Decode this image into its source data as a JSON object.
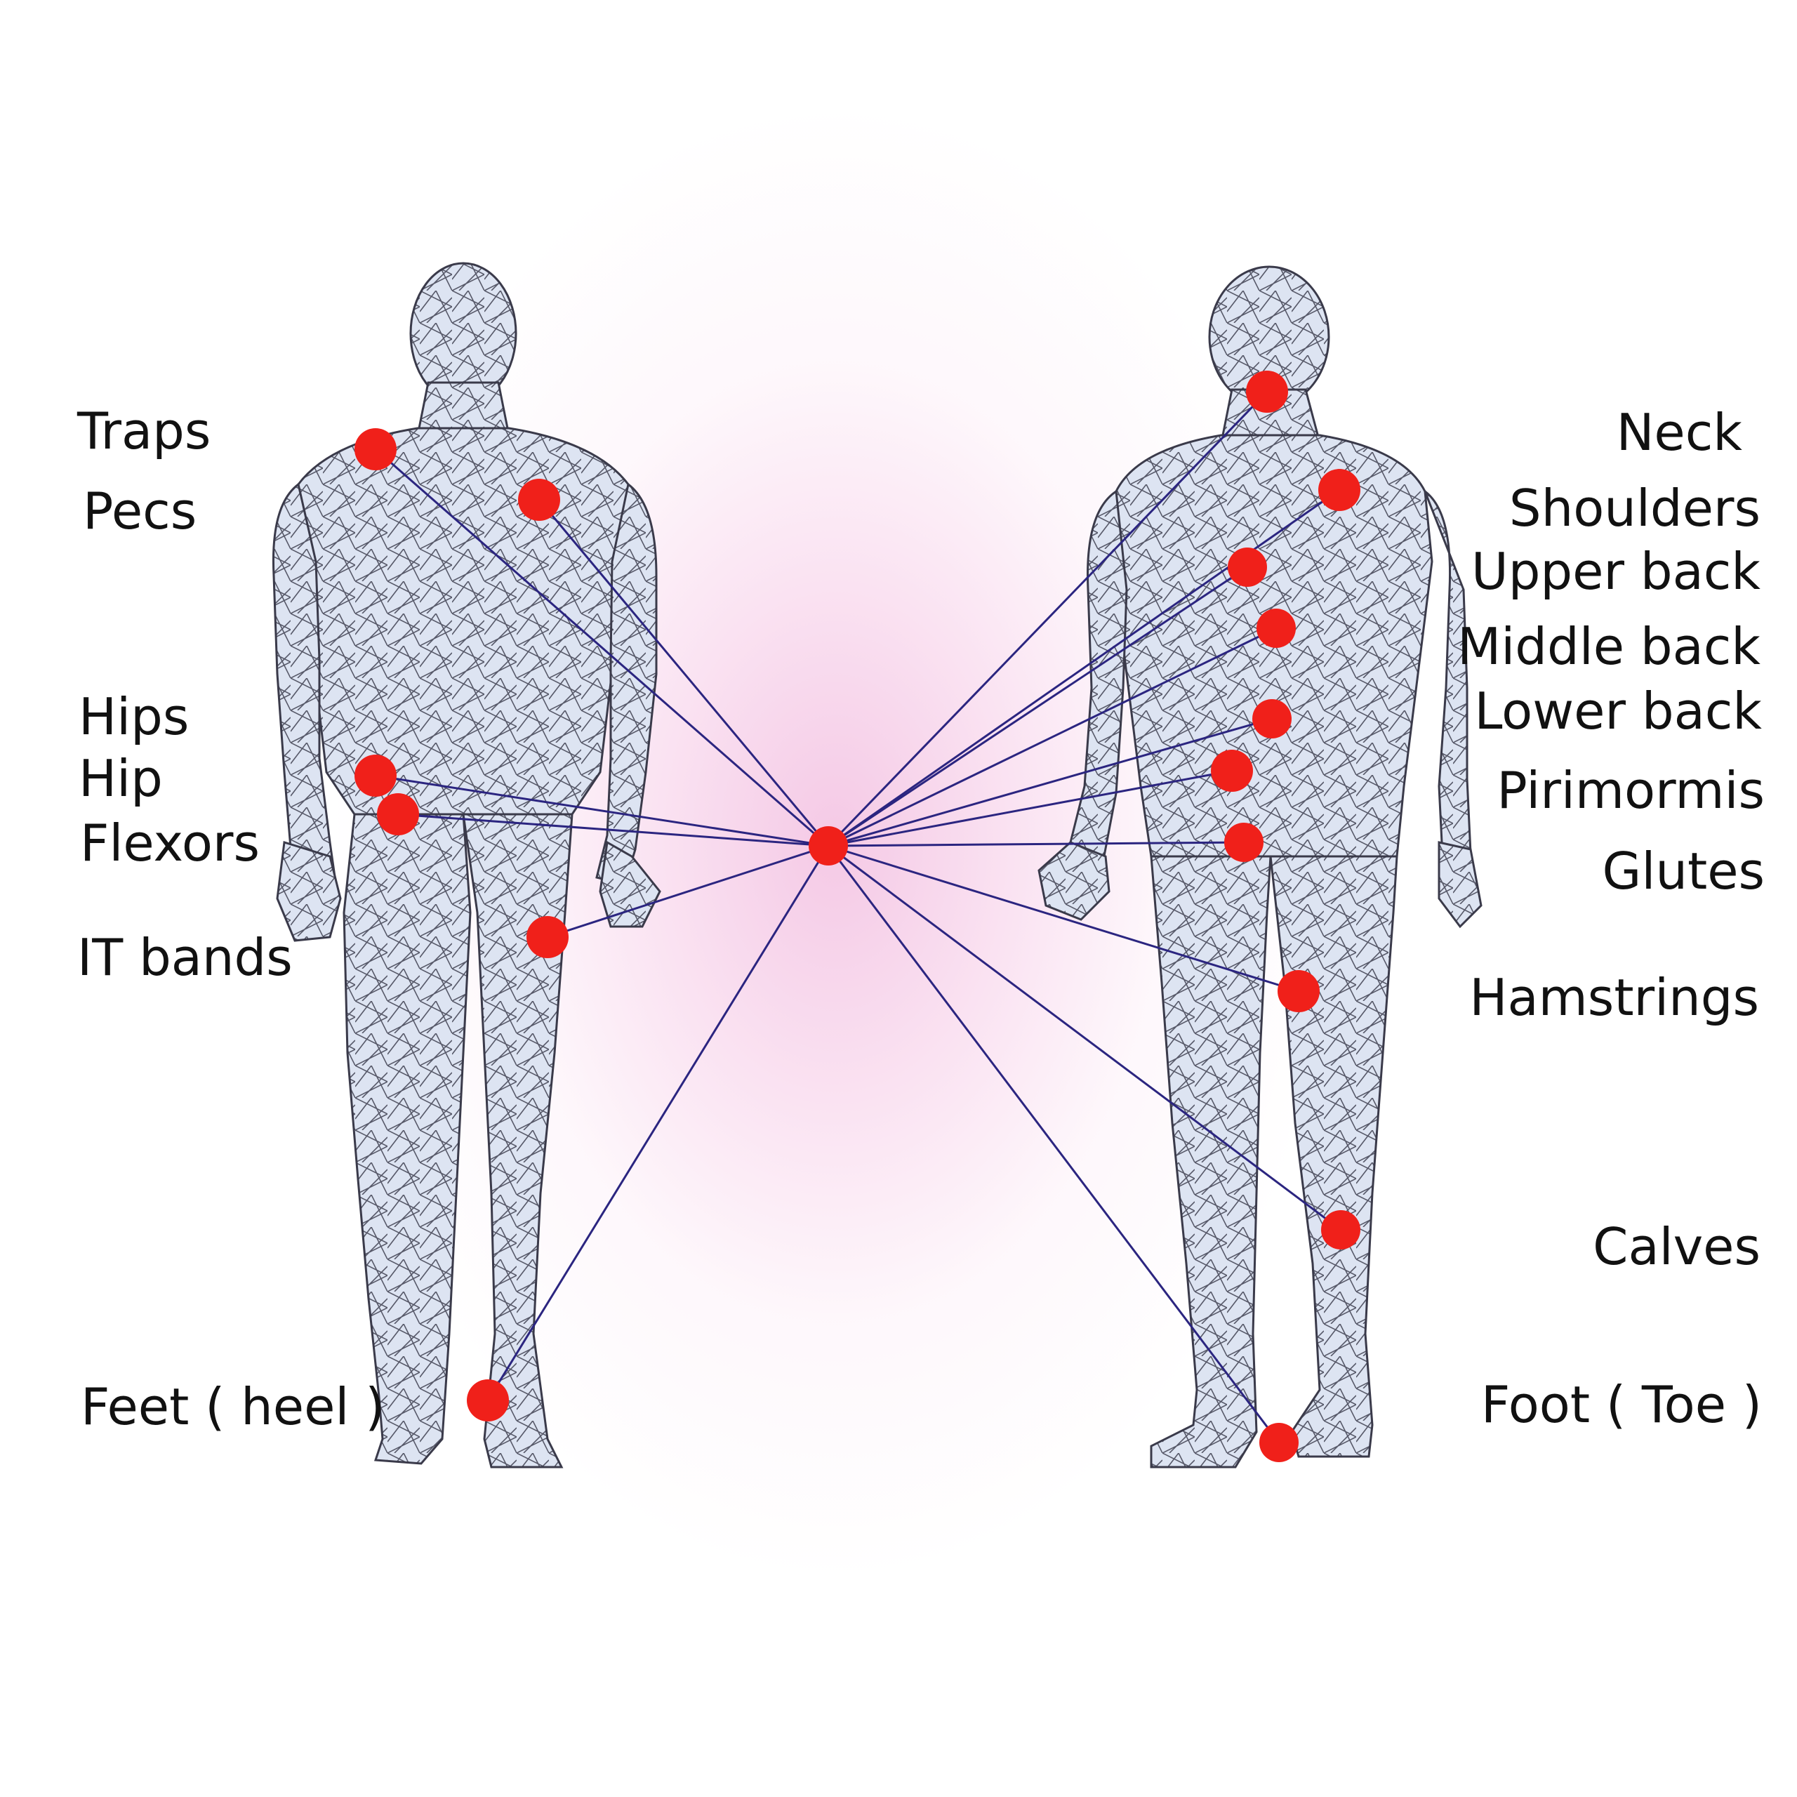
{
  "colors": {
    "dot": "#f0201a",
    "connector": "#2b2580",
    "body_fill": "#dde4f2",
    "mesh_line": "#2a2a3a",
    "glow": "#f4c6e4"
  },
  "figures": [
    {
      "name": "front-view"
    },
    {
      "name": "back-view"
    }
  ],
  "labels": {
    "traps": "Traps",
    "pecs": "Pecs",
    "hips": "Hips",
    "hip": "Hip",
    "flexors": "Flexors",
    "it_bands": "IT bands",
    "feet_heel": "Feet ( heel )",
    "neck": "Neck",
    "shoulders": "Shoulders",
    "upper_back": "Upper back",
    "middle_back": "Middle back",
    "lower_back": "Lower back",
    "pirimormis": "Pirimormis",
    "glutes": "Glutes",
    "hamstrings": "Hamstrings",
    "calves": "Calves",
    "foot_toe": "Foot ( Toe )"
  }
}
